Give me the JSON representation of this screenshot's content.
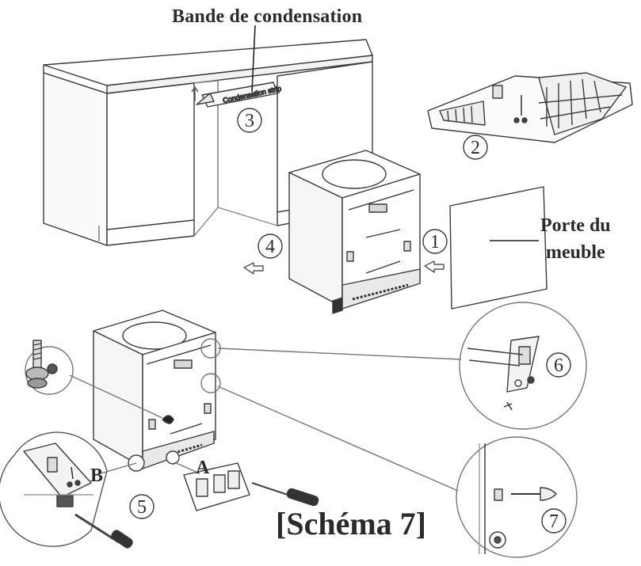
{
  "labels": {
    "condensation_band": "Bande de condensation",
    "strip_text": "Condensation strip",
    "furniture_door_line1": "Porte du",
    "furniture_door_line2": "meuble",
    "schema": "[Schéma 7]",
    "point_a": "A",
    "point_b": "B"
  },
  "steps": [
    "1",
    "2",
    "3",
    "4",
    "5",
    "6",
    "7"
  ]
}
